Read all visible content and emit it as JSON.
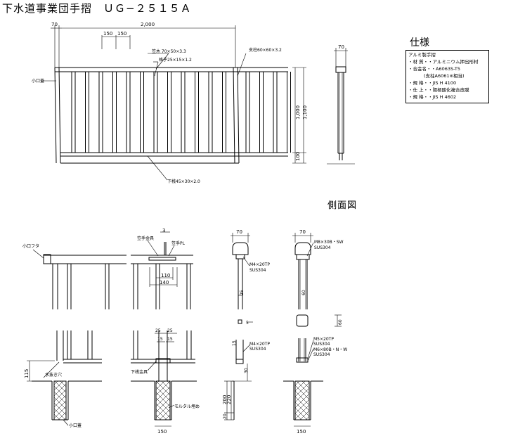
{
  "title": "下水道事業団手摺　ＵＧ−２５１５Ａ",
  "spec": {
    "heading": "仕様",
    "lines": [
      "アルミ製手摺",
      "・材 質・・アルミニウム押出形材",
      "・合金名・・A6063S-T5",
      "(支柱A6061※相当)",
      "・規 格・・JIS H 4100",
      "・仕 上・・陽極酸化複合皮膜",
      "・規 格・・JIS H 4602"
    ]
  },
  "side_view_label": "側面図",
  "elevation": {
    "dim_70": "70",
    "dim_2000": "2,000",
    "dim_150a": "150",
    "dim_150b": "150",
    "label_top_rail": "笠木 70×50×3.3",
    "label_post": "支柱60×60×3.2",
    "label_baluster": "格子25×15×1.2",
    "label_end_cap": "小口蓋",
    "label_bottom_rail": "下桟45×30×2.0",
    "dim_1000": "1,000",
    "dim_1100": "1,100",
    "dim_100": "100"
  },
  "side": {
    "dim_70": "70"
  },
  "details": {
    "end_cap": "小口フタ",
    "rail_fitting": "笠手金具",
    "rail_plate": "笠手PL",
    "dim_3": "3",
    "dim_110": "110",
    "dim_140": "140",
    "dim_70a": "70",
    "dim_70b": "70",
    "screw_m4": "M4×20TP",
    "sus304_a": "SUS304",
    "dim_25": "25",
    "bolt_m8": "M8×30B・SW",
    "sus304_b": "SUS304",
    "dim_60a": "60",
    "dim_115": "115",
    "drain_hole": "水抜き穴",
    "dim_25a": "25",
    "dim_25b": "25",
    "dim_15a": "15",
    "dim_15b": "15",
    "bottom_fitting": "下桟金具",
    "mortar": "モルタル埋め",
    "dim_200": "200",
    "dim_220": "220",
    "dim_20": "20",
    "dim_150a": "150",
    "dim_150b": "150",
    "bottom_cap": "小口蓋",
    "dim_5": "5",
    "screw_m4b": "M4×20TP",
    "sus304_c": "SUS304",
    "dim_30": "30",
    "dim_60b": "60",
    "screw_m5": "M5×20TP",
    "sus304_d": "SUS304",
    "bolt_m6": "M6×80B・N・W",
    "sus304_e": "SUS304"
  }
}
